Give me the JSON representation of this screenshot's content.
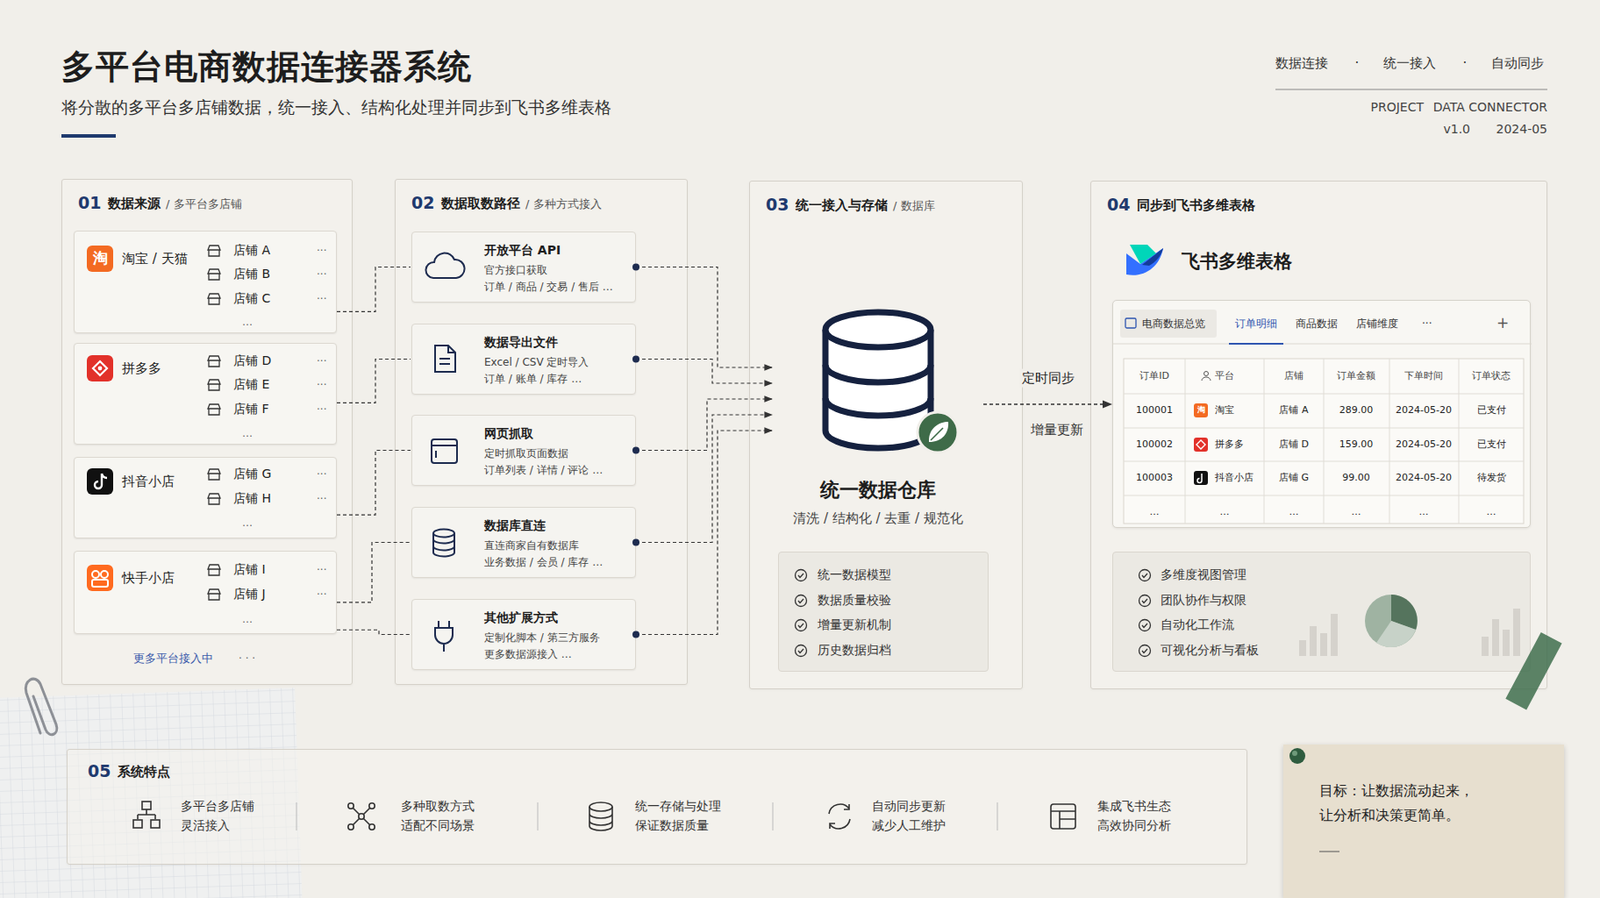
{
  "diagram": {
    "title": "多平台电商数据连接器系统",
    "caption": "将分散的多平台多店铺数据，统一接入、结构化处理并同步到飞书多维表格",
    "nodes": [
      {
        "text": [
          "01",
          "数据来源",
          "/ 多平台多店铺",
          "更多平台接入中",
          "· · ·"
        ]
      },
      {
        "text": [
          "淘",
          "淘宝 / 天猫",
          "店铺 A",
          "···",
          "店铺 B",
          "···",
          "店铺 C",
          "···",
          "…"
        ],
        "in": 0
      },
      {
        "text": [
          "拼多多",
          "店铺 D",
          "···",
          "店铺 E",
          "···",
          "店铺 F",
          "···",
          "…"
        ],
        "in": 0
      },
      {
        "text": [
          "抖音小店",
          "店铺 G",
          "···",
          "店铺 H",
          "···",
          "…"
        ],
        "in": 0
      },
      {
        "text": [
          "快手小店",
          "店铺 I",
          "···",
          "店铺 J",
          "···",
          "…"
        ],
        "in": 0
      },
      {
        "text": [
          "02",
          "数据取数路径",
          "/ 多种方式接入"
        ]
      },
      {
        "text": [
          "开放平台 API",
          "官方接口获取",
          "订单 / 商品 / 交易 / 售后 …"
        ],
        "in": 5
      },
      {
        "text": [
          "数据导出文件",
          "Excel / CSV 定时导入",
          "订单 / 账单 / 库存 …"
        ],
        "in": 5
      },
      {
        "text": [
          "网页抓取",
          "定时抓取页面数据",
          "订单列表 / 详情 / 评论 …"
        ],
        "in": 5
      },
      {
        "text": [
          "数据库直连",
          "直连商家自有数据库",
          "业务数据 / 会员 / 库存 …"
        ],
        "in": 5
      },
      {
        "text": [
          "其他扩展方式",
          "定制化脚本 / 第三方服务",
          "更多数据源接入 …"
        ],
        "in": 5
      },
      {
        "text": [
          "03",
          "统一接入与存储",
          "/ 数据库"
        ]
      },
      {
        "text": [
          "统一数据仓库",
          "清洗 / 结构化 / 去重 / 规范化"
        ],
        "in": 11
      },
      {
        "text": [
          "统一数据模型",
          "数据质量校验",
          "增量更新机制",
          "历史数据归档"
        ],
        "in": 11
      },
      {
        "text": [
          "04",
          "同步到飞书多维表格",
          "飞书多维表格"
        ]
      },
      {
        "text": [
          "电商数据总览",
          "订单明细",
          "商品数据",
          "店铺维度",
          "···",
          "+",
          "订单ID",
          "平台",
          "店铺",
          "订单金额",
          "下单时间",
          "订单状态",
          "100001",
          "淘",
          "淘宝",
          "店铺 A",
          "289.00",
          "2024-05-20",
          "已支付",
          "100002",
          "拼多多",
          "店铺 D",
          "159.00",
          "2024-05-20",
          "已支付",
          "100003",
          "抖音小店",
          "店铺 G",
          "99.00",
          "2024-05-20",
          "待发货",
          "…",
          "…",
          "…",
          "…",
          "…",
          "…"
        ],
        "in": 14
      },
      {
        "text": [
          "多维度视图管理",
          "团队协作与权限",
          "自动化工作流",
          "可视化分析与看板"
        ],
        "in": 14
      },
      {
        "text": [
          "05",
          "系统特点",
          "多平台多店铺 灵活接入",
          "多种取数方式 适配不同场景",
          "统一存储与处理 保证数据质量",
          "自动同步更新 减少人工维护",
          "集成飞书生态 高效协同分析"
        ]
      },
      {
        "text": [
          "目标：让数据流动起来， 让分析和决策更简单。"
        ]
      }
    ],
    "edges": [
      {
        "from": 1,
        "to": 6,
        "arrow": "none"
      },
      {
        "from": 2,
        "to": 7,
        "arrow": "none"
      },
      {
        "from": 3,
        "to": 8,
        "arrow": "none"
      },
      {
        "from": 4,
        "to": 9,
        "arrow": "none"
      },
      {
        "from": 4,
        "to": 10,
        "arrow": "none"
      },
      {
        "from": 6,
        "to": 12,
        "arrow": "to"
      },
      {
        "from": 7,
        "to": 12,
        "arrow": "to"
      },
      {
        "from": 8,
        "to": 12,
        "arrow": "to"
      },
      {
        "from": 9,
        "to": 12,
        "arrow": "to"
      },
      {
        "from": 10,
        "to": 12,
        "arrow": "to"
      },
      {
        "from": 12,
        "to": 15,
        "label": "定时同步",
        "arrow": "to"
      }
    ],
    "labels": [
      "数据连接",
      "·",
      "统一接入",
      "·",
      "自动同步",
      "PROJECT",
      "DATA CONNECTOR",
      "v1.0",
      "2024-05",
      "增量更新"
    ]
  }
}
